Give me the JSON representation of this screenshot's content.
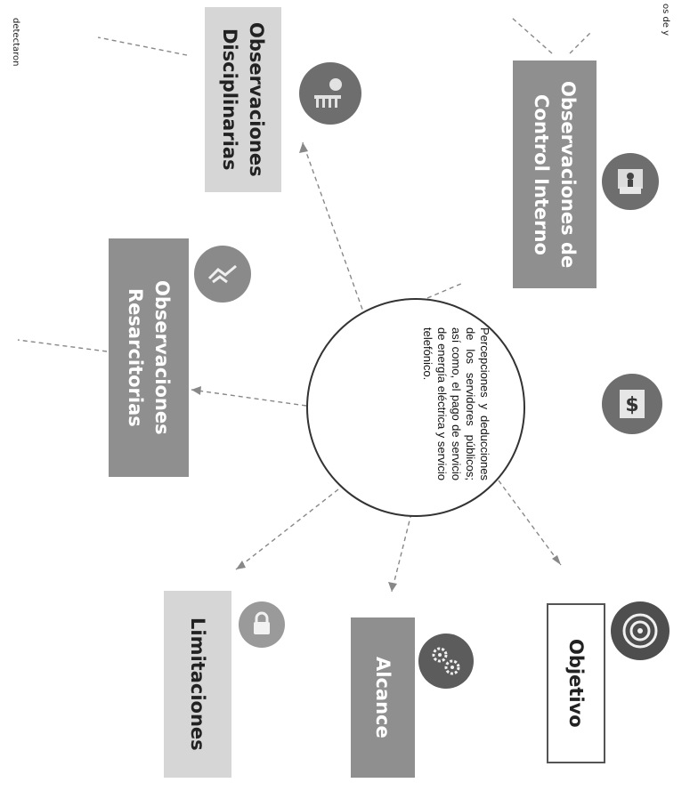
{
  "center": {
    "text": "Percepciones y deducciones de los servidores públicos; así como, el pago de servicio de energía eléctrica y servicio telefónico."
  },
  "boxes": {
    "control_interno": "Observaciones de Control Interno",
    "disciplinarias": "Observaciones Disciplinarias",
    "resarcitorias": "Observaciones Resarcitorias",
    "objetivo": "Objetivo",
    "alcance": "Alcance",
    "limitaciones": "Limitaciones"
  },
  "snippets": {
    "edge_left": "detectaron",
    "edge_top": "os de y"
  },
  "icons": {
    "control_interno": "person-at-desk-icon",
    "disciplinarias": "group-meeting-icon",
    "resarcitorias": "handshake-icon",
    "money": "money-document-icon",
    "objetivo": "target-icon",
    "alcance": "gears-icon",
    "limitaciones": "padlock-icon"
  },
  "colors": {
    "dark_box": "#8f8f8f",
    "light_box": "#d6d6d6",
    "icon_fill": "#6e6e6e"
  }
}
